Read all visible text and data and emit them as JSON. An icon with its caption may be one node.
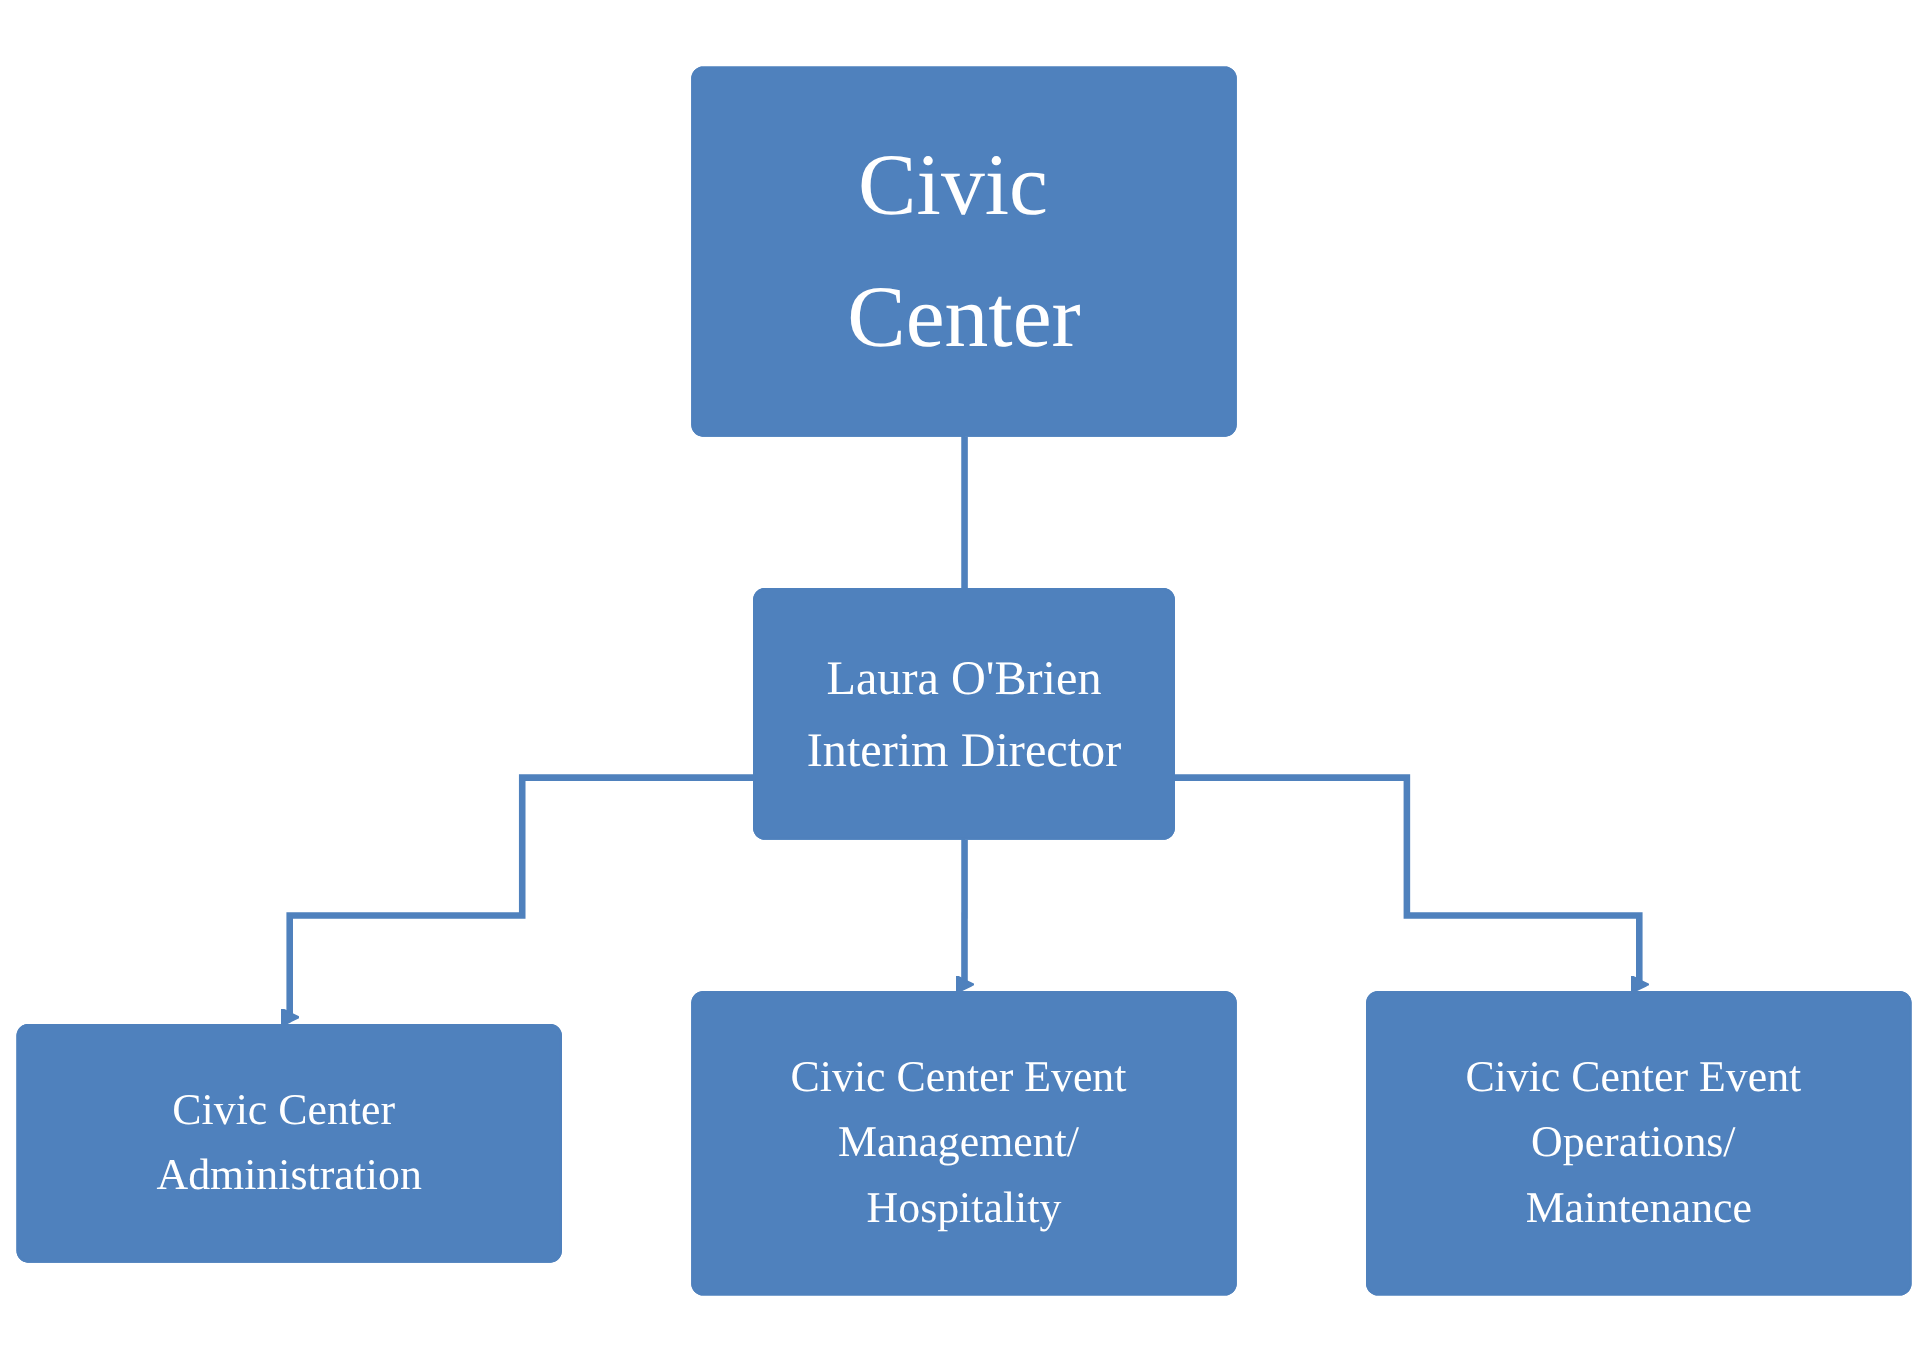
{
  "diagram": {
    "nodes": [
      {
        "text": [
          "Civic Center"
        ]
      },
      {
        "text": [
          "Laura O'Brien",
          "Interim Director"
        ]
      },
      {
        "text": [
          "Civic Center Administration"
        ]
      },
      {
        "text": [
          "Civic Center Event Management/ Hospitality"
        ]
      },
      {
        "text": [
          "Civic Center Event Operations/ Maintenance"
        ]
      }
    ],
    "edges": [
      {
        "from": 0,
        "to": 1,
        "arrow": "none"
      },
      {
        "from": 1,
        "to": 2,
        "arrow": "to"
      },
      {
        "from": 1,
        "to": 3,
        "arrow": "to"
      },
      {
        "from": 1,
        "to": 4,
        "arrow": "to"
      }
    ]
  }
}
